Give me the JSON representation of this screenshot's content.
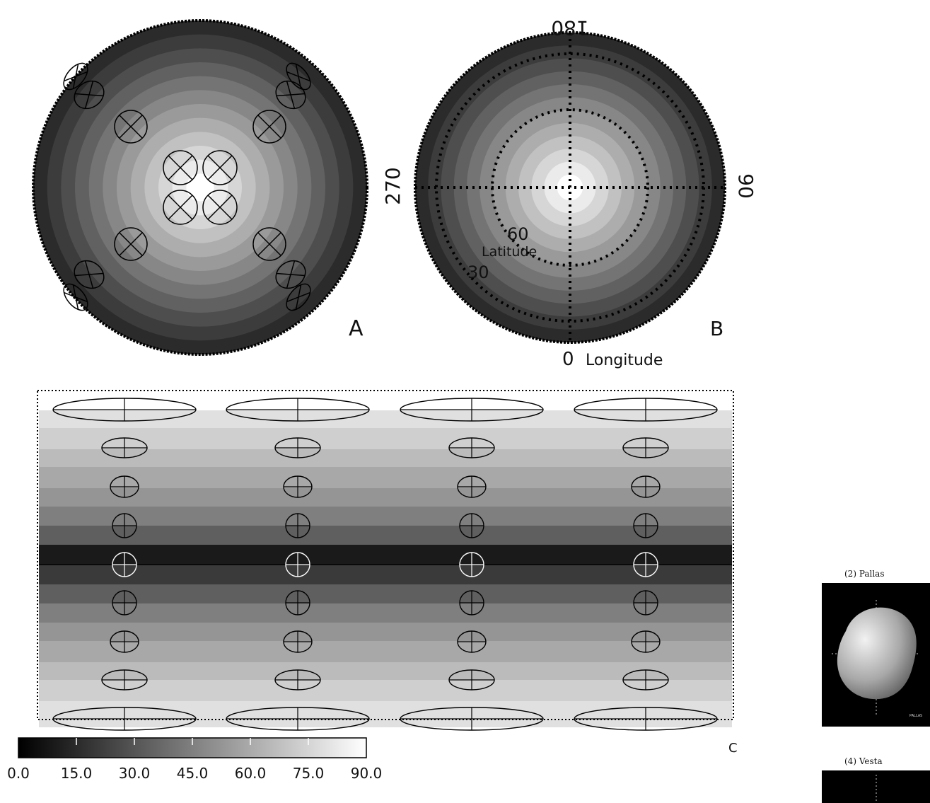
{
  "panels": {
    "a": {
      "label": "A"
    },
    "b": {
      "label": "B",
      "lon_top": "180",
      "lon_right": "90",
      "lon_left": "270",
      "lon_bottom": "0",
      "lon_axis_label": "Longitude",
      "lat_60": "60",
      "lat_30": "30",
      "lat_axis_label": "Latitude"
    },
    "c": {
      "label": "C"
    }
  },
  "colorbar": {
    "ticks": [
      "0.0",
      "15.0",
      "30.0",
      "45.0",
      "60.0",
      "75.0",
      "90.0"
    ],
    "min": 0,
    "max": 90
  },
  "side_images": [
    {
      "caption": "(2) Pallas",
      "overlay_text": "PALLAS"
    },
    {
      "caption": "(4) Vesta"
    }
  ],
  "colors": {
    "band_gray_levels": [
      "#1b1b1b",
      "#2b2b2b",
      "#3c3c3c",
      "#4e4e4e",
      "#616161",
      "#747474",
      "#878787",
      "#9a9a9a",
      "#adadad",
      "#c1c1c1",
      "#d6d6d6",
      "#ebebeb",
      "#ffffff"
    ],
    "side_image_bg": "#000000"
  }
}
